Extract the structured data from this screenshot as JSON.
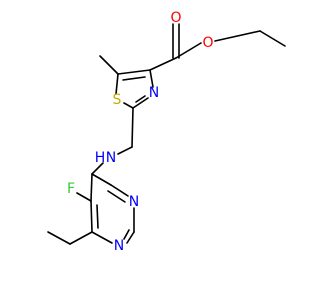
{
  "molecule": {
    "atoms": {
      "carbonyl_o": {
        "text": "O",
        "color": "#ff0000"
      },
      "ester_o": {
        "text": "O",
        "color": "#ff0000"
      },
      "thiazole_s": {
        "text": "S",
        "color": "#c8aa00"
      },
      "thiazole_n": {
        "text": "N",
        "color": "#0000ff"
      },
      "amine_n": {
        "text": "N",
        "color": "#0000ff"
      },
      "amine_h": {
        "text": "H",
        "color": "#0000ff"
      },
      "fluorine": {
        "text": "F",
        "color": "#33cc33"
      },
      "pyrimidine_n1": {
        "text": "N",
        "color": "#0000ff"
      },
      "pyrimidine_n3": {
        "text": "N",
        "color": "#0000ff"
      }
    },
    "bond_color": "#000000"
  }
}
